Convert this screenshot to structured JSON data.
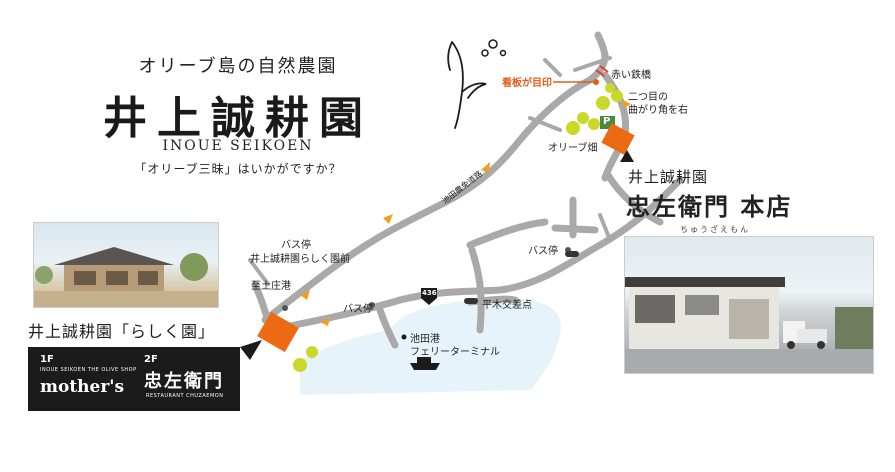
{
  "header": {
    "subtitle": "オリーブ島の自然農園",
    "title": "井上誠耕園",
    "latin": "INOUE SEIKOEN",
    "tagline": "「オリーブ三昧」はいかがですか？"
  },
  "map_labels": {
    "signboard": "看板が目印",
    "red_bridge": "赤い鉄橋",
    "second_corner_line1": "二つ目の",
    "second_corner_line2": "曲がり角を右",
    "olive_field": "オリーブ畑",
    "parking": "P",
    "road_name": "池田農免道路",
    "bus_stop_rashiku_line1": "バス停",
    "bus_stop_rashiku_line2": "井上誠耕園らしく園前",
    "to_tonosho": "至土庄港",
    "bus_stop_mid": "バス停",
    "bus_stop_east": "バス停",
    "hiragi_junction": "平木交差点",
    "route_number": "436",
    "ferry_line1": "池田港",
    "ferry_line2": "フェリーターミナル"
  },
  "honten": {
    "name": "井上誠耕園",
    "big": "忠左衛門 本店",
    "kana": "ちゅうざえもん"
  },
  "rashiku": {
    "name": "井上誠耕園「らしく園」",
    "floor1": "1F",
    "floor1_sub": "INOUE SEIKOEN THE OLIVE SHOP",
    "floor1_name": "mother's",
    "floor2": "2F",
    "floor2_name": "忠左衛門",
    "floor2_sub": "RESTAURANT CHUZAEMON"
  },
  "colors": {
    "road": "#a9a9a9",
    "sea": "#e6f3fa",
    "accent_orange": "#f07a1a",
    "marker_orange": "#ec6a14",
    "tree_green": "#c9d82a",
    "dark": "#1b1b1b"
  }
}
